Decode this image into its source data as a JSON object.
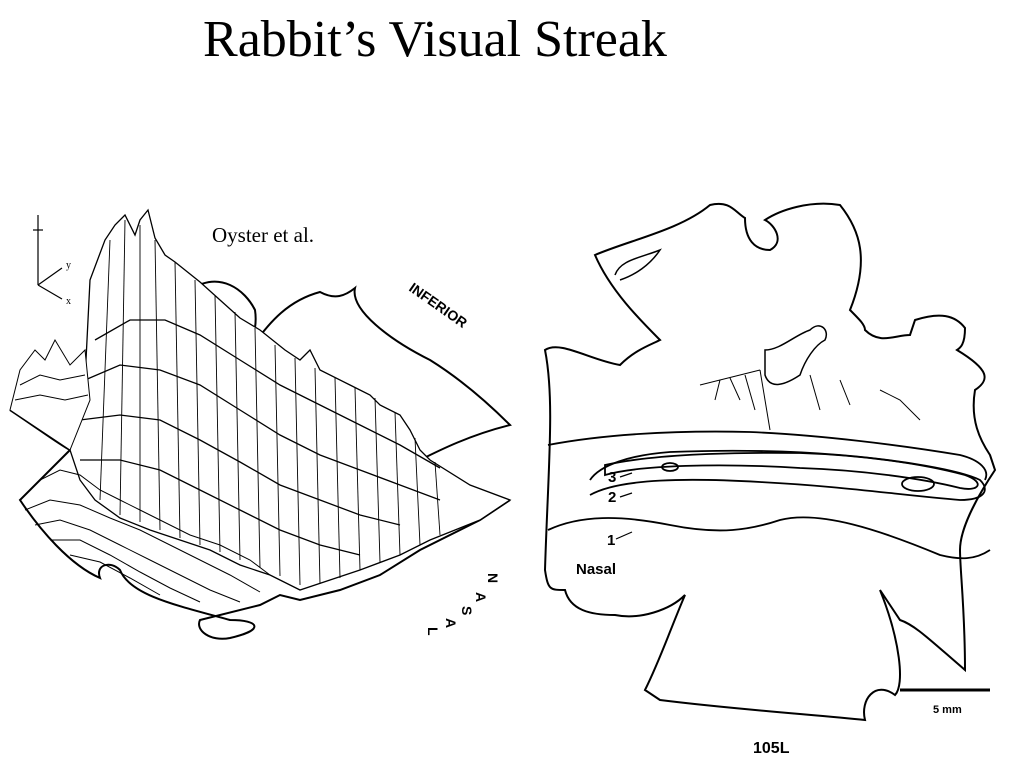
{
  "slide": {
    "title": "Rabbit’s Visual Streak"
  },
  "left_figure": {
    "credit": "Oyster et al.",
    "axis_y": "y",
    "axis_x": "x",
    "label_inferior": "INFERIOR",
    "label_nasal_letters": [
      "N",
      "A",
      "S",
      "A",
      "L"
    ]
  },
  "right_figure": {
    "contour_1": "1",
    "contour_2": "2",
    "contour_3": "3",
    "label_nasal": "Nasal",
    "scale_bar": "5 mm",
    "specimen_id": "105L"
  }
}
